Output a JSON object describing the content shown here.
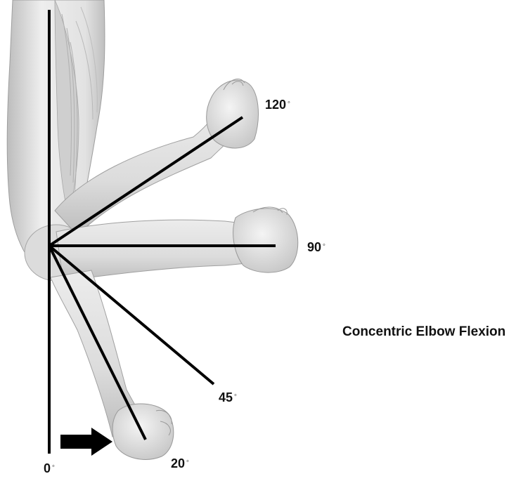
{
  "title": "Concentric Elbow Flexion",
  "angles": [
    {
      "value": "0",
      "degrees": 0
    },
    {
      "value": "20",
      "degrees": 20
    },
    {
      "value": "45",
      "degrees": 45
    },
    {
      "value": "90",
      "degrees": 90
    },
    {
      "value": "120",
      "degrees": 120
    }
  ],
  "degree_symbol": "◦",
  "colors": {
    "line": "#000000",
    "skin_light": "#f2f2f2",
    "skin_mid": "#d9d9d9",
    "skin_shadow": "#b5b5b5",
    "muscle": "#c8c8c8"
  }
}
